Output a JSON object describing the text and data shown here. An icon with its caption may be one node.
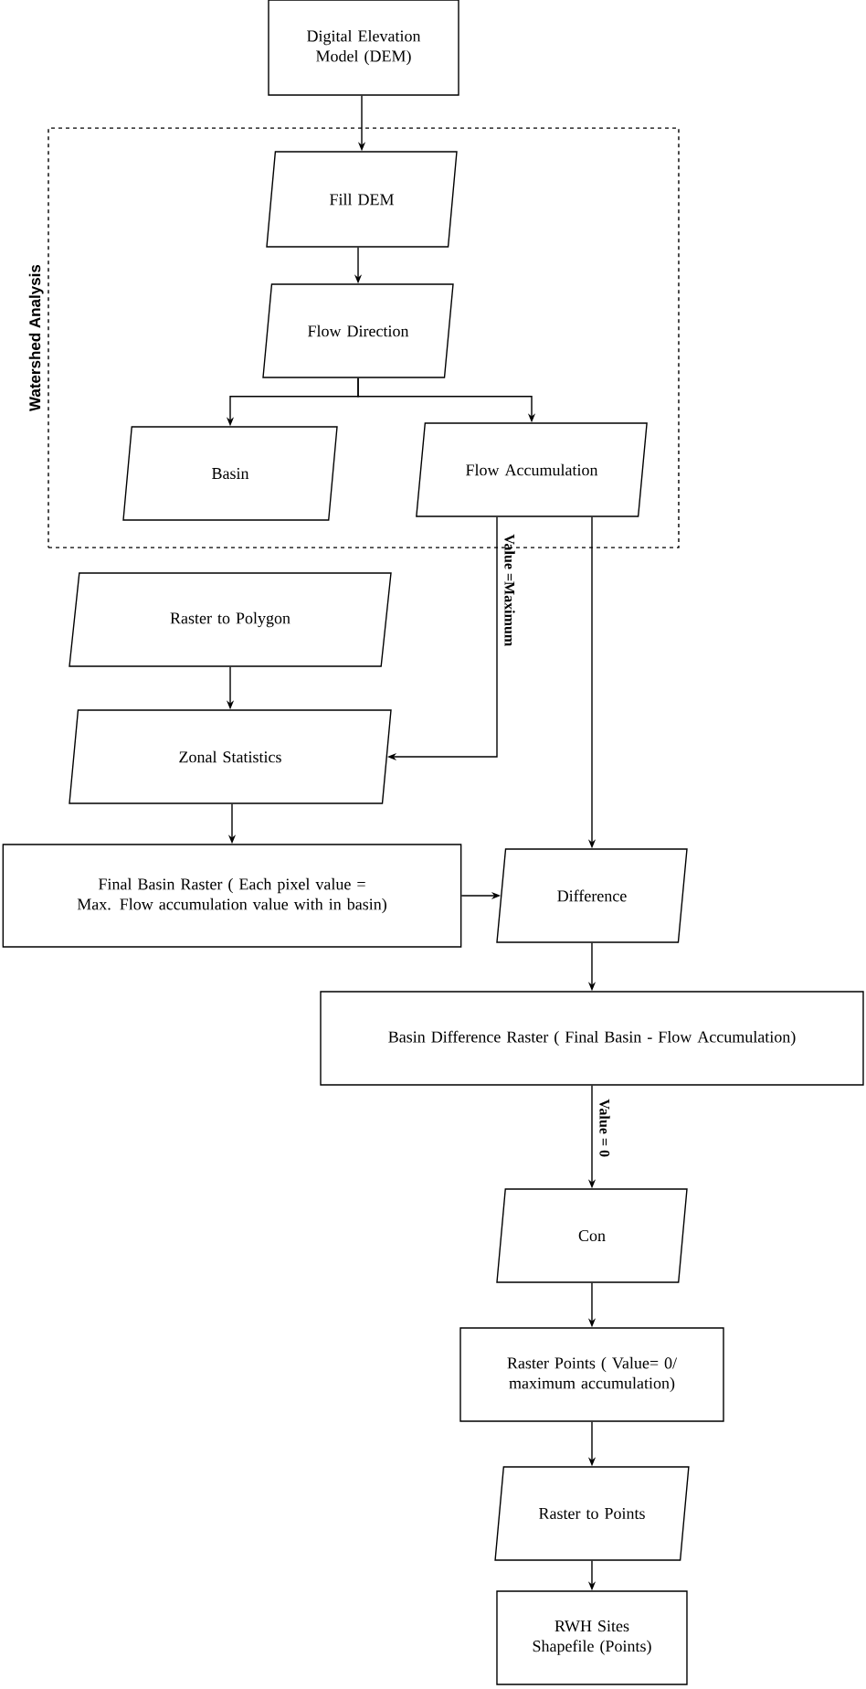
{
  "diagram": {
    "nodes": [
      {
        "text": [
          "Digital Elevation Model (DEM)"
        ]
      },
      {
        "text": [
          "Watershed Analysis"
        ]
      },
      {
        "text": [
          "Fill DEM"
        ],
        "in": 1
      },
      {
        "text": [
          "Flow Direction"
        ],
        "in": 1
      },
      {
        "text": [
          "Basin"
        ],
        "in": 1
      },
      {
        "text": [
          "Flow Accumulation"
        ],
        "in": 1
      },
      {
        "text": [
          "Raster to Polygon"
        ]
      },
      {
        "text": [
          "Zonal Statistics"
        ]
      },
      {
        "text": [
          "Final Basin Raster ( Each pixel value = Max. Flow accumulation value with in basin)"
        ]
      },
      {
        "text": [
          "Difference"
        ]
      },
      {
        "text": [
          "Basin Difference Raster  ( Final Basin - Flow Accumulation)"
        ]
      },
      {
        "text": [
          "Con"
        ]
      },
      {
        "text": [
          "Raster Points ( Value= 0/ maximum accumulation)"
        ]
      },
      {
        "text": [
          "Raster to Points"
        ]
      },
      {
        "text": [
          "RWH Sites Shapefile (Points)"
        ]
      }
    ],
    "edges": [
      {
        "from": 0,
        "to": 2,
        "arrow": "to"
      },
      {
        "from": 2,
        "to": 3,
        "arrow": "to"
      },
      {
        "from": 3,
        "to": 4,
        "arrow": "to"
      },
      {
        "from": 3,
        "to": 5,
        "arrow": "to"
      },
      {
        "from": 5,
        "to": 7,
        "arrow": "to",
        "label": "Value =Maximum"
      },
      {
        "from": 5,
        "to": 9,
        "arrow": "to"
      },
      {
        "from": 6,
        "to": 7,
        "arrow": "to"
      },
      {
        "from": 7,
        "to": 8,
        "arrow": "to"
      },
      {
        "from": 8,
        "to": 9,
        "arrow": "to"
      },
      {
        "from": 9,
        "to": 10,
        "arrow": "to"
      },
      {
        "from": 10,
        "to": 11,
        "arrow": "to",
        "label": "Value = 0"
      },
      {
        "from": 11,
        "to": 12,
        "arrow": "to"
      },
      {
        "from": 12,
        "to": 13,
        "arrow": "to"
      },
      {
        "from": 13,
        "to": 14,
        "arrow": "to"
      }
    ]
  }
}
